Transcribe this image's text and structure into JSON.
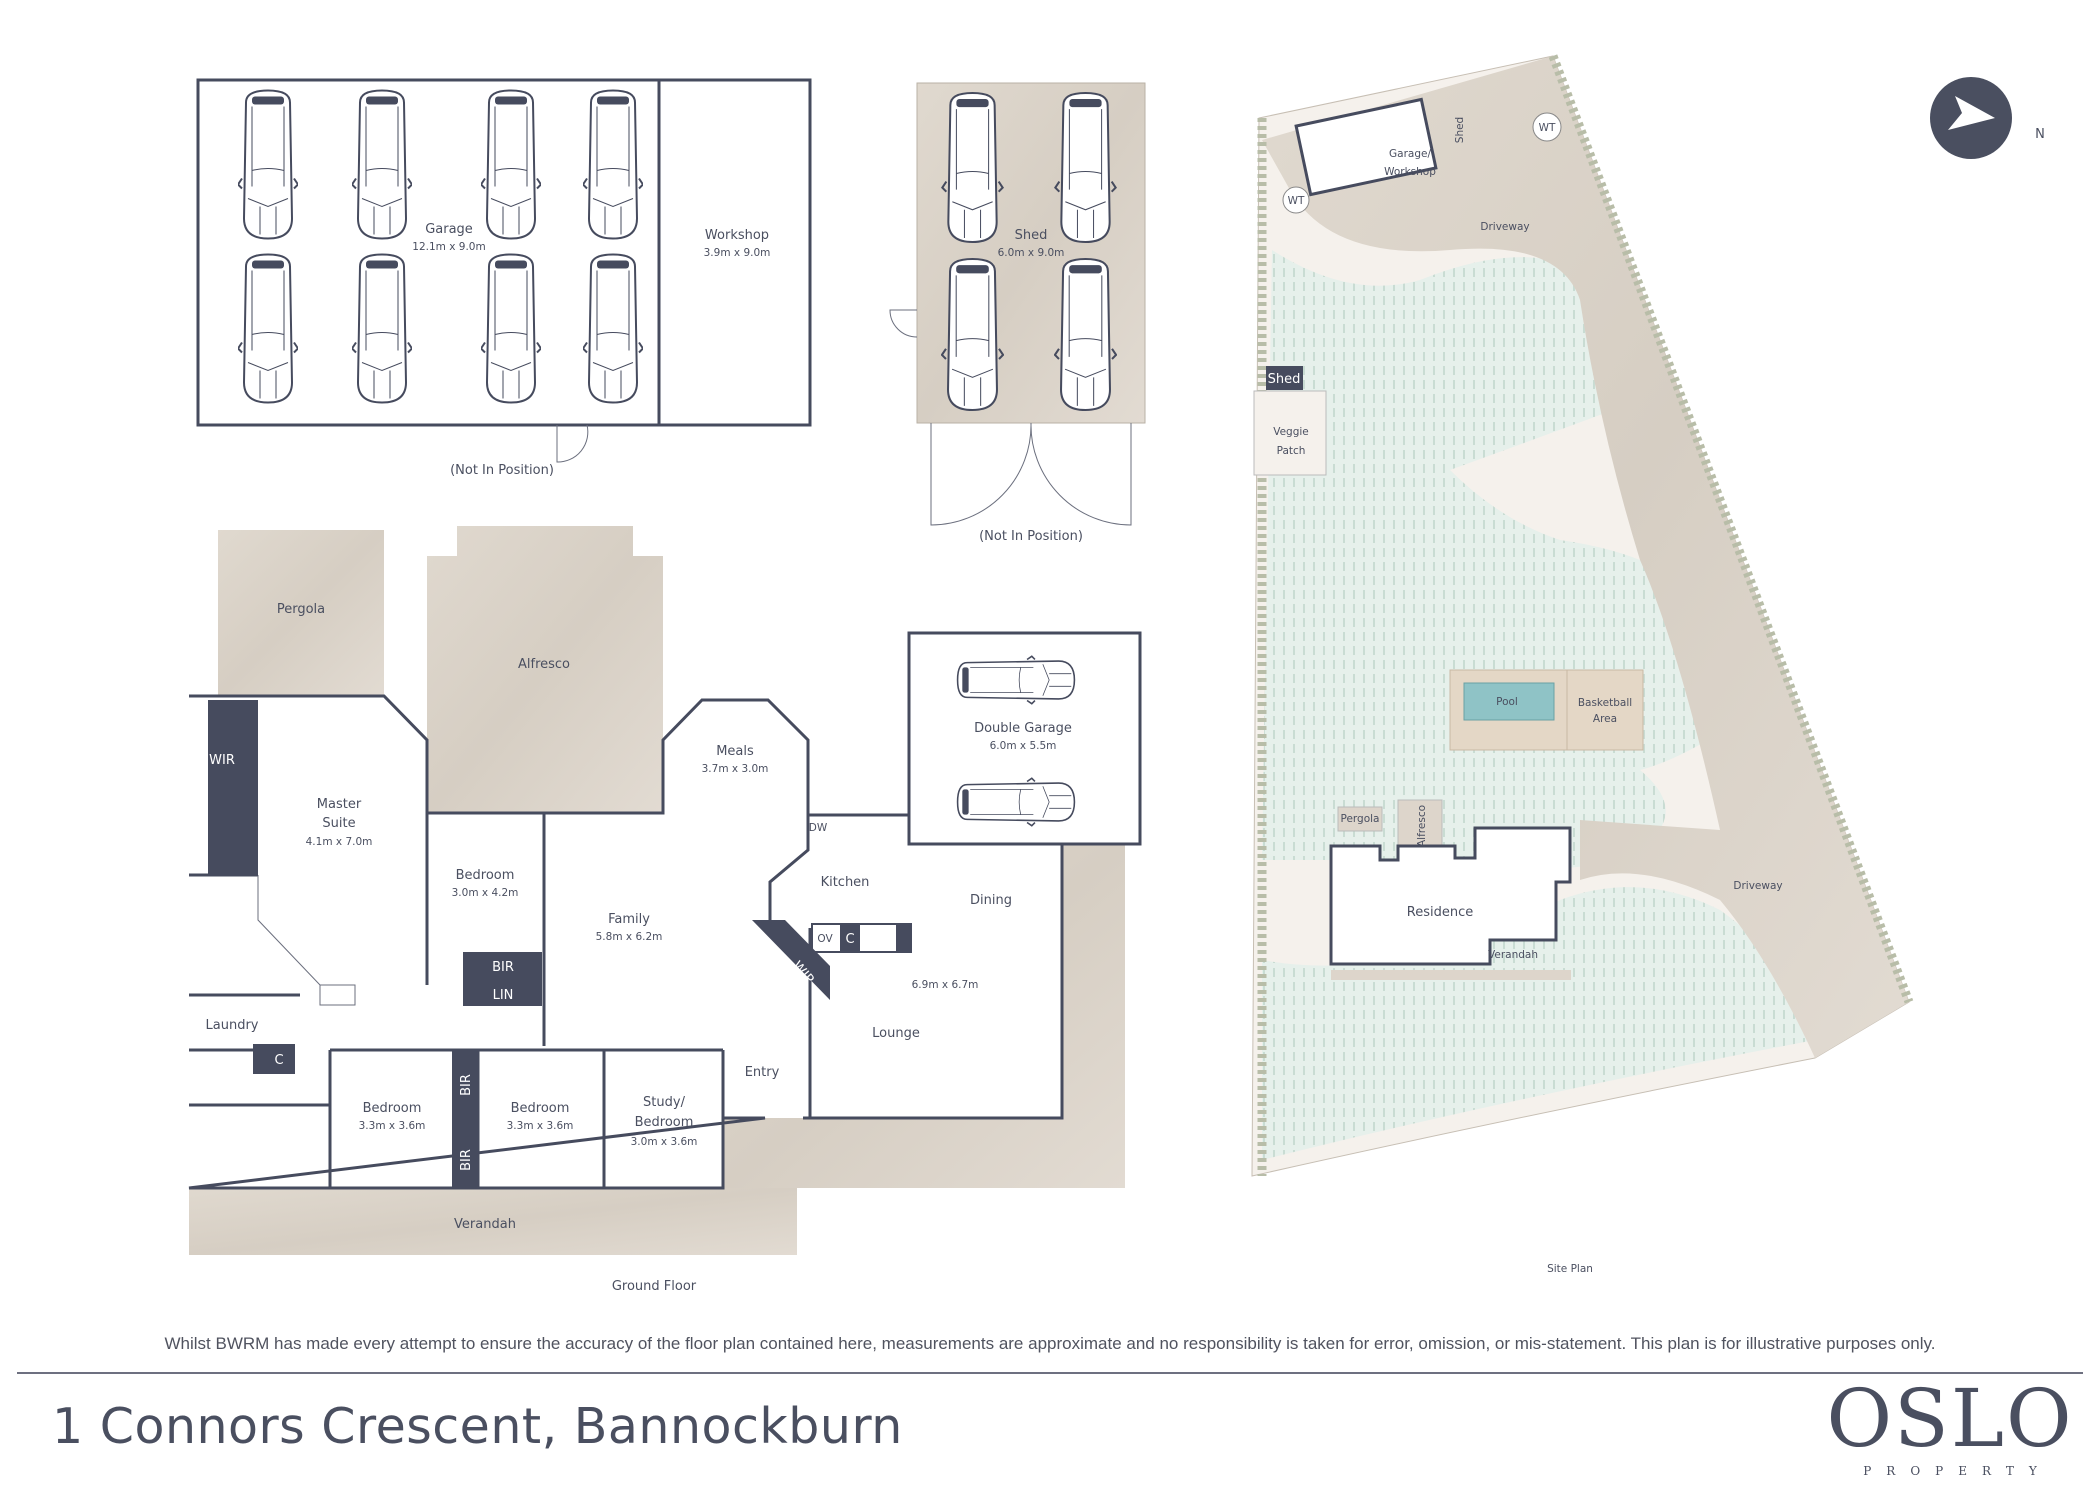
{
  "outbuildings": {
    "garage": {
      "name": "Garage",
      "dims": "12.1m x 9.0m"
    },
    "workshop": {
      "name": "Workshop",
      "dims": "3.9m x 9.0m"
    },
    "garage_note": "(Not In Position)",
    "shed": {
      "name": "Shed",
      "dims": "6.0m x 9.0m"
    },
    "shed_note": "(Not In Position)"
  },
  "ground_floor": {
    "caption": "Ground Floor",
    "pergola": "Pergola",
    "alfresco": "Alfresco",
    "wir": "WIR",
    "master": {
      "line1": "Master",
      "line2": "Suite",
      "dims": "4.1m x 7.0m"
    },
    "bedroom_a": {
      "name": "Bedroom",
      "dims": "3.0m x 4.2m"
    },
    "bir": "BIR",
    "lin": "LIN",
    "family": {
      "name": "Family",
      "dims": "5.8m x 6.2m"
    },
    "meals": {
      "name": "Meals",
      "dims": "3.7m x 3.0m"
    },
    "dw": "DW",
    "c_kitchen": "C",
    "kitchen": "Kitchen",
    "ov": "OV",
    "wip": "WIP",
    "double_garage": {
      "name": "Double Garage",
      "dims": "6.0m x 5.5m"
    },
    "dining": "Dining",
    "lounge": {
      "name": "Lounge",
      "dims": "6.9m x 6.7m"
    },
    "entry": "Entry",
    "laundry": "Laundry",
    "c_laundry": "C",
    "bedroom_b": {
      "name": "Bedroom",
      "dims": "3.3m x 3.6m"
    },
    "bir_b": "BIR",
    "bir_c": "BIR",
    "bedroom_c": {
      "name": "Bedroom",
      "dims": "3.3m x 3.6m"
    },
    "study": {
      "line1": "Study/",
      "line2": "Bedroom",
      "dims": "3.0m x 3.6m"
    },
    "verandah": "Verandah"
  },
  "site_plan": {
    "caption": "Site Plan",
    "garage_workshop": {
      "line1": "Garage/",
      "line2": "Workshop"
    },
    "shed_top": "Shed",
    "wt1": "WT",
    "wt2": "WT",
    "driveway_top": "Driveway",
    "shed_side": "Shed",
    "veggie": {
      "line1": "Veggie",
      "line2": "Patch"
    },
    "pool": "Pool",
    "basketball": {
      "line1": "Basketball",
      "line2": "Area"
    },
    "pergola": "Pergola",
    "alfresco": "Alfresco",
    "residence": "Residence",
    "verandah": "Verandah",
    "driveway_bottom": "Driveway"
  },
  "compass": {
    "label": "N",
    "icon": "north-arrow-icon"
  },
  "footer": {
    "disclaimer": "Whilst BWRM  has made every attempt to ensure the accuracy of the floor plan contained here, measurements are approximate and no responsibility is taken for error, omission, or mis-statement. This plan is for illustrative purposes only.",
    "address": "1 Connors Crescent, Bannockburn",
    "logo_word": "OSLO",
    "logo_sub": "PROPERTY"
  },
  "colors": {
    "ink": "#464b5e",
    "stone": "#ddd5cb",
    "lawn": "#e2eee8",
    "pool": "#8fc3c6",
    "path": "#f5f1ec"
  }
}
